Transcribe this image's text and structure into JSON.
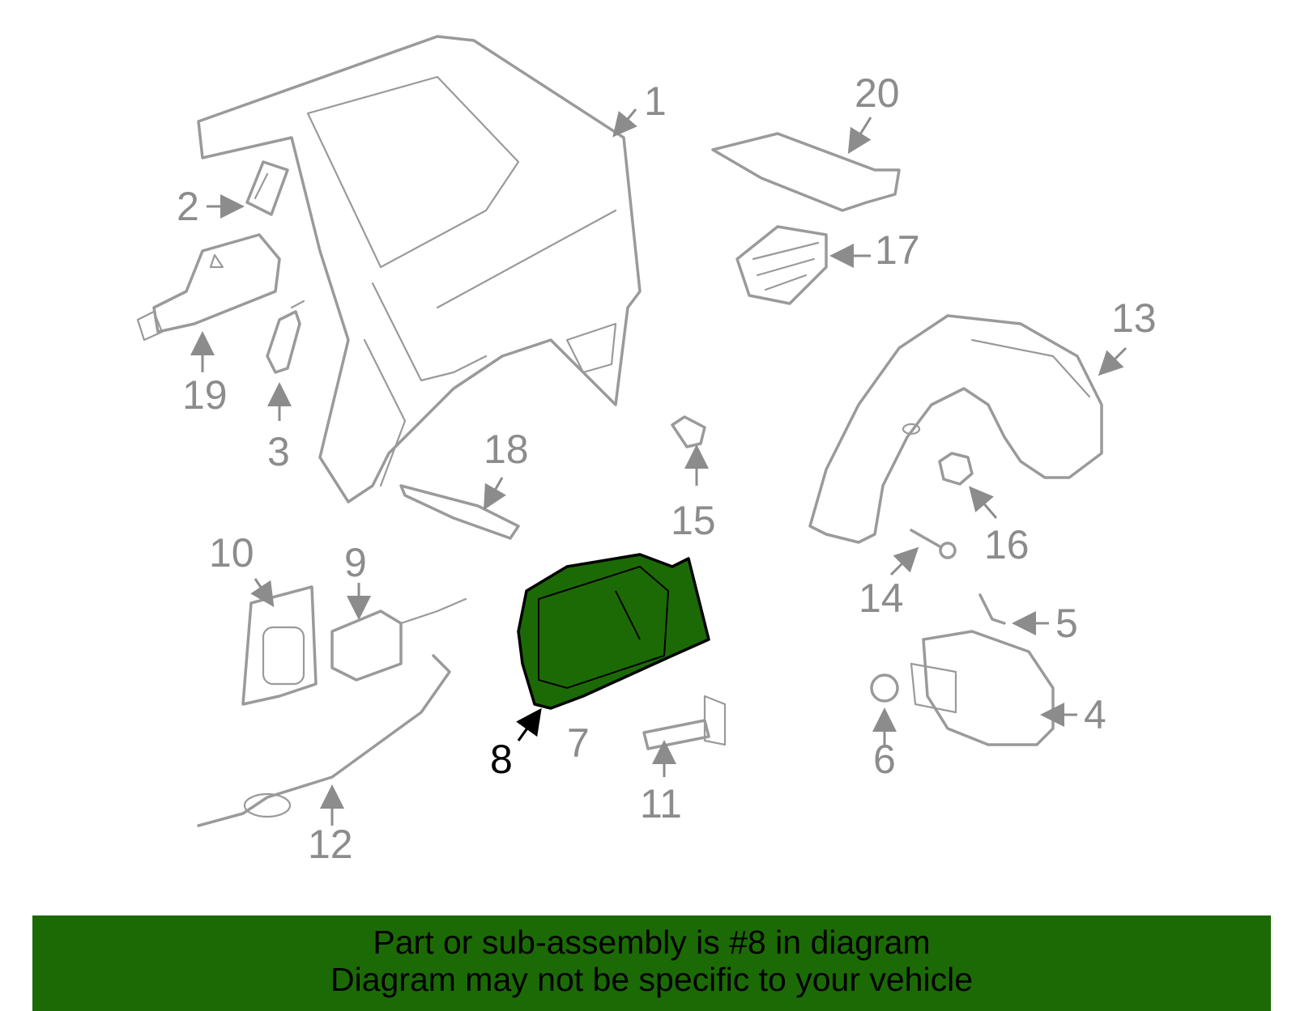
{
  "diagram": {
    "highlight_color": "#1c6a06",
    "callouts": [
      {
        "id": "1",
        "label": "1"
      },
      {
        "id": "2",
        "label": "2"
      },
      {
        "id": "3",
        "label": "3"
      },
      {
        "id": "4",
        "label": "4"
      },
      {
        "id": "5",
        "label": "5"
      },
      {
        "id": "6",
        "label": "6"
      },
      {
        "id": "7",
        "label": "7"
      },
      {
        "id": "8",
        "label": "8",
        "highlighted": true
      },
      {
        "id": "9",
        "label": "9"
      },
      {
        "id": "10",
        "label": "10"
      },
      {
        "id": "11",
        "label": "11"
      },
      {
        "id": "12",
        "label": "12"
      },
      {
        "id": "13",
        "label": "13"
      },
      {
        "id": "14",
        "label": "14"
      },
      {
        "id": "15",
        "label": "15"
      },
      {
        "id": "16",
        "label": "16"
      },
      {
        "id": "17",
        "label": "17"
      },
      {
        "id": "18",
        "label": "18"
      },
      {
        "id": "19",
        "label": "19"
      },
      {
        "id": "20",
        "label": "20"
      }
    ]
  },
  "footer": {
    "line1": "Part or sub-assembly is #8 in diagram",
    "line2": "Diagram may not be specific to your vehicle",
    "background": "#1c6a06"
  }
}
